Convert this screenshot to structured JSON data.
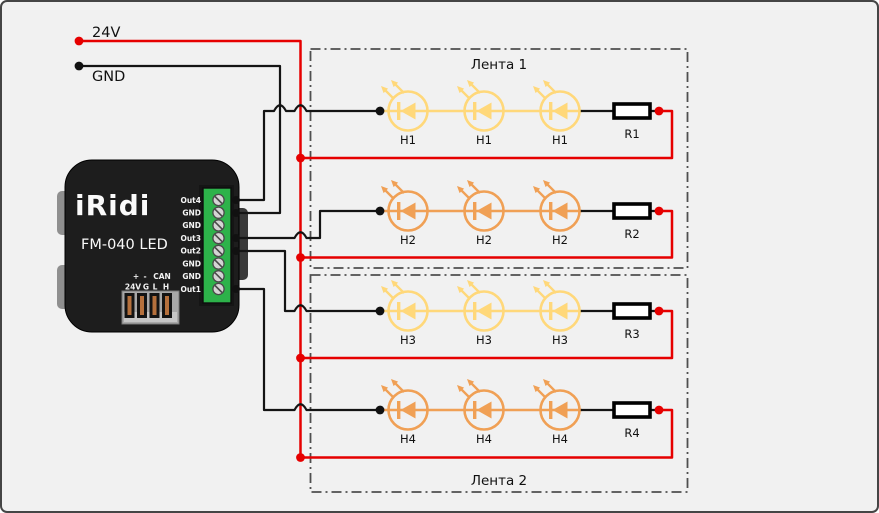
{
  "power": {
    "v24": "24V",
    "gnd": "GND"
  },
  "device": {
    "brand": "iRidi",
    "model": "FM-040 LED",
    "terminals": [
      "Out4",
      "GND",
      "GND",
      "Out3",
      "Out2",
      "GND",
      "GND",
      "Out1"
    ],
    "connector": {
      "plus": "+",
      "minus": "-",
      "can": "CAN",
      "pins": [
        "24V",
        "G",
        "L",
        "H"
      ]
    }
  },
  "strips": [
    {
      "name": "Лента 1",
      "rows": [
        {
          "led": "H1",
          "resistor": "R1",
          "led_color": "#ffd87a"
        },
        {
          "led": "H2",
          "resistor": "R2",
          "led_color": "#f0a055"
        }
      ]
    },
    {
      "name": "Лента 2",
      "rows": [
        {
          "led": "H3",
          "resistor": "R3",
          "led_color": "#ffd87a"
        },
        {
          "led": "H4",
          "resistor": "R4",
          "led_color": "#f0a055"
        }
      ]
    }
  ],
  "colors": {
    "positive_wire": "#e60000",
    "negative_wire": "#141414",
    "led_warm_white": "#ffd87a",
    "led_orange": "#f0a055",
    "terminal_block": "#2db24a",
    "background": "#f1f1f1"
  }
}
